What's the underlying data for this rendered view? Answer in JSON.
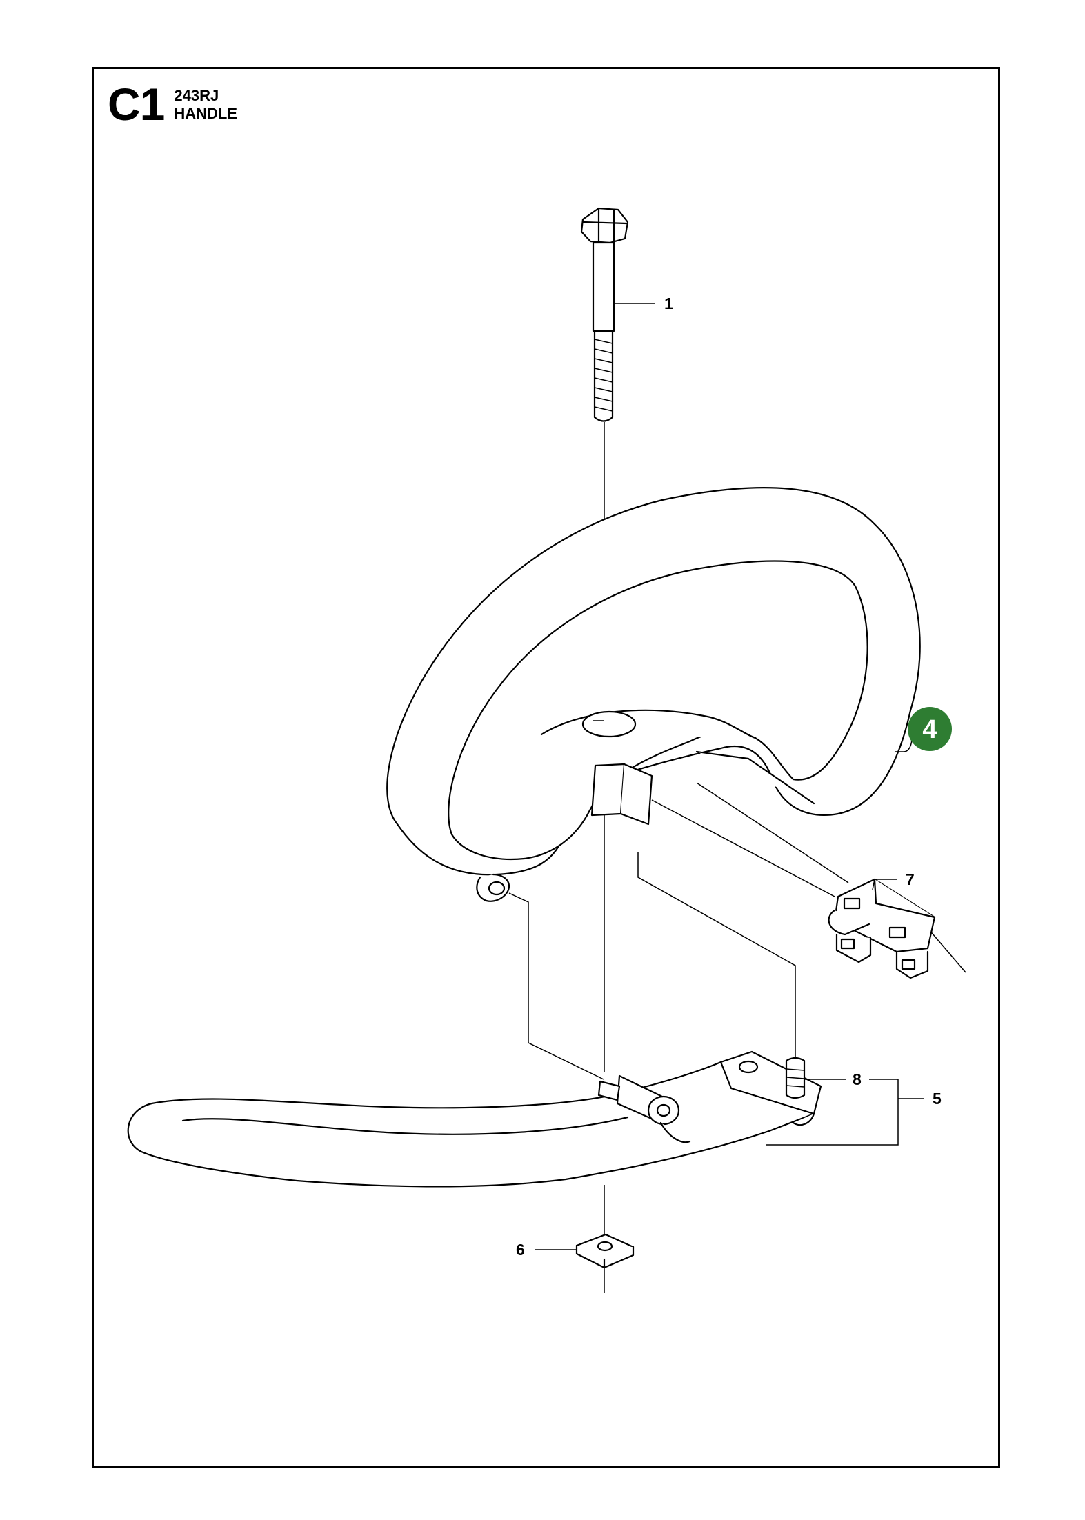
{
  "header": {
    "section_code": "C1",
    "model": "243RJ",
    "title": "HANDLE"
  },
  "callouts": [
    {
      "number": "1"
    },
    {
      "number": "4",
      "highlighted": true
    },
    {
      "number": "5"
    },
    {
      "number": "6"
    },
    {
      "number": "7"
    },
    {
      "number": "8"
    }
  ],
  "colors": {
    "highlight_badge": "#2e7d32",
    "line": "#000000",
    "background": "#ffffff"
  }
}
